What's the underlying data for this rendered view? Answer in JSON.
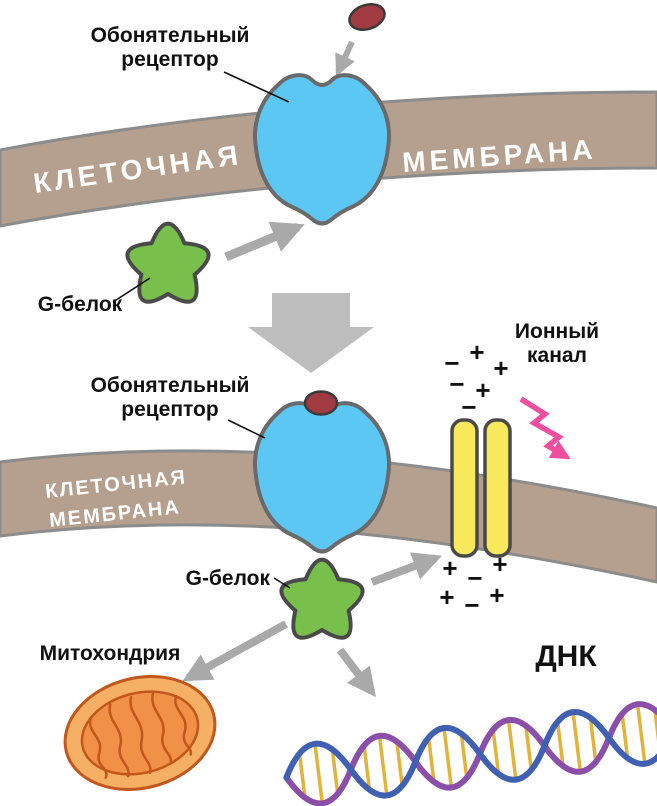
{
  "diagram": {
    "stage1": {
      "receptor_label": {
        "line1": "Обонятельный",
        "line2": "рецептор"
      },
      "membrane": {
        "word1": "КЛЕТОЧНАЯ",
        "word2": "МЕМБРАНА"
      },
      "gprotein_label": "G-белок"
    },
    "stage2": {
      "receptor_label": {
        "line1": "Обонятельный",
        "line2": "рецептор"
      },
      "membrane": {
        "line1": "КЛЕТОЧНАЯ",
        "line2": "МЕМБРАНА"
      },
      "gprotein_label": "G-белок",
      "ion_channel_label": {
        "line1": "Ионный",
        "line2": "канал"
      },
      "mitochondria_label": "Митохондрия",
      "dna_label": "ДНК",
      "ions_above": [
        "−",
        "+",
        "+",
        "−",
        "+",
        "−"
      ],
      "ions_below": [
        "+",
        "−",
        "+",
        "+",
        "−",
        "+"
      ]
    },
    "colors": {
      "membrane": "#b5a08f",
      "receptor": "#5dc7f3",
      "odorant": "#a23a41",
      "gprotein": "#78c04b",
      "channel": "#f8e85c",
      "arrow": "#a9a9a9",
      "block_arrow": "#bdbdbd",
      "zigzag": "#ee4f9f",
      "mito_fill": "#f6b066",
      "mito_inner": "#f09147",
      "mito_line": "#c2561c",
      "dna_strand_a": "#4060b2",
      "dna_strand_b": "#8b4fa9",
      "dna_rung": "#e2b33c"
    }
  }
}
